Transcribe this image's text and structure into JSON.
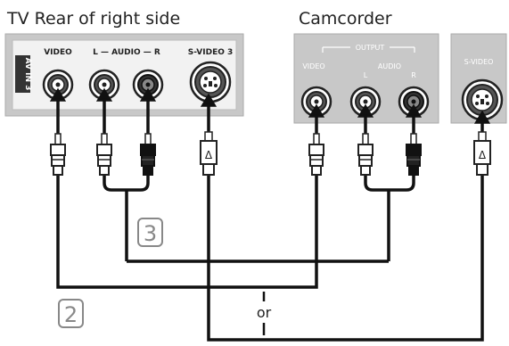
{
  "title_tv": "TV Rear of right side",
  "title_camcorder": "Camcorder",
  "tv_panel": {
    "side_label": "AV IN 3",
    "video": "VIDEO",
    "audio": "L — AUDIO — R",
    "svideo": "S-VIDEO 3"
  },
  "camcorder_panel": {
    "output": "OUTPUT",
    "video": "VIDEO",
    "audio": "AUDIO",
    "l": "L",
    "r": "R"
  },
  "svideo_panel": {
    "svideo": "S-VIDEO"
  },
  "step_audio": "3",
  "step_video": "2",
  "or_text": "or",
  "triangle_glyph": "Δ",
  "colors": {
    "panel_gray": "#c8c8c8",
    "panel_border": "#b0b0b0",
    "cable": "#111111",
    "step_box": "#888888"
  }
}
